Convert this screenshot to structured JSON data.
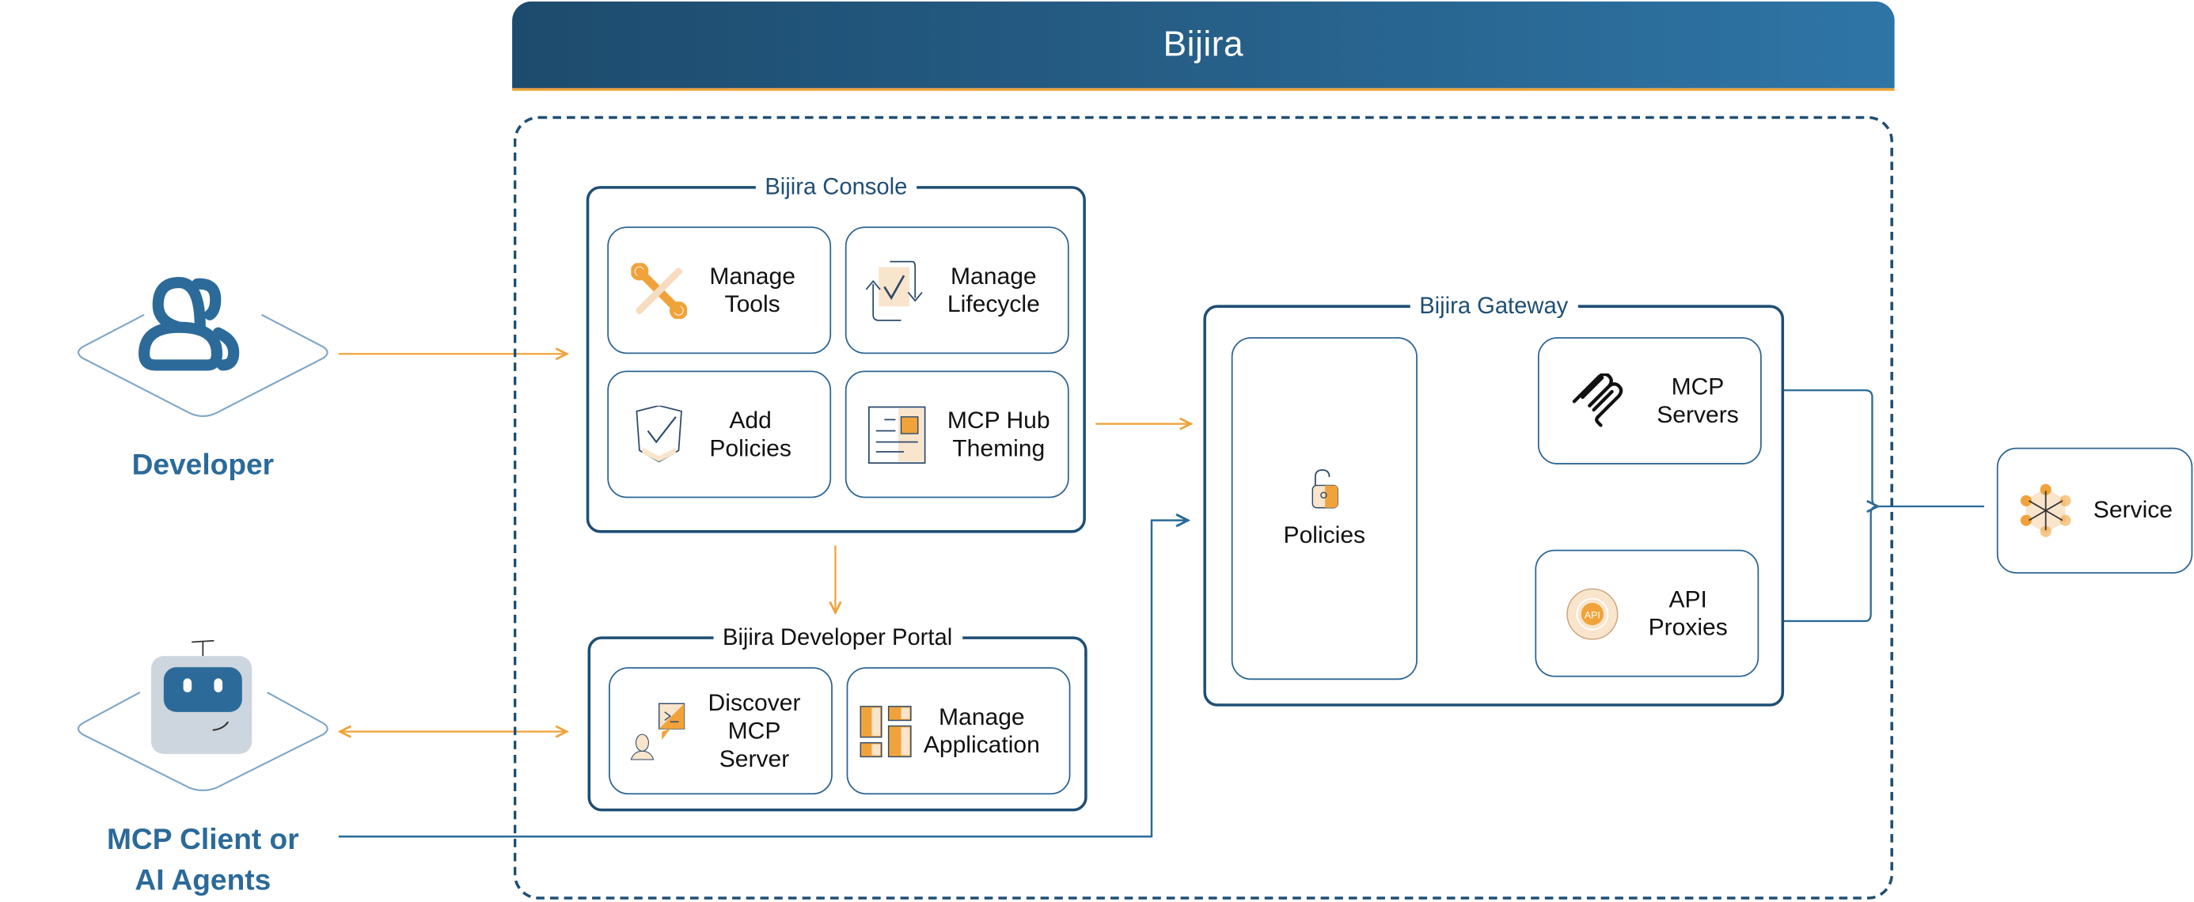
{
  "banner": {
    "title": "Bijira"
  },
  "actors": {
    "developer": {
      "label": "Developer"
    },
    "agent": {
      "label": "MCP Client or\nAI Agents"
    }
  },
  "console": {
    "title": "Bijira Console",
    "cards": [
      {
        "label": "Manage\nTools",
        "icon": "wrench-icon"
      },
      {
        "label": "Manage\nLifecycle",
        "icon": "lifecycle-icon"
      },
      {
        "label": "Add\nPolicies",
        "icon": "shield-check-icon"
      },
      {
        "label": "MCP Hub\nTheming",
        "icon": "theming-icon"
      }
    ]
  },
  "portal": {
    "title": "Bijira Developer Portal",
    "cards": [
      {
        "label": "Discover\nMCP\nServer",
        "icon": "discover-icon"
      },
      {
        "label": "Manage\nApplication",
        "icon": "application-icon"
      }
    ]
  },
  "gateway": {
    "title": "Bijira Gateway",
    "policies": {
      "label": "Policies",
      "icon": "lock-icon"
    },
    "mcp_servers": {
      "label": "MCP\nServers",
      "icon": "mcp-logo-icon"
    },
    "api_proxies": {
      "label": "API\nProxies",
      "icon": "api-proxy-icon",
      "badge": "API"
    }
  },
  "service": {
    "label": "Service",
    "icon": "service-hex-icon"
  },
  "colors": {
    "primary": "#1f4e74",
    "accent": "#f0a33b",
    "actor": "#2b6a99"
  }
}
